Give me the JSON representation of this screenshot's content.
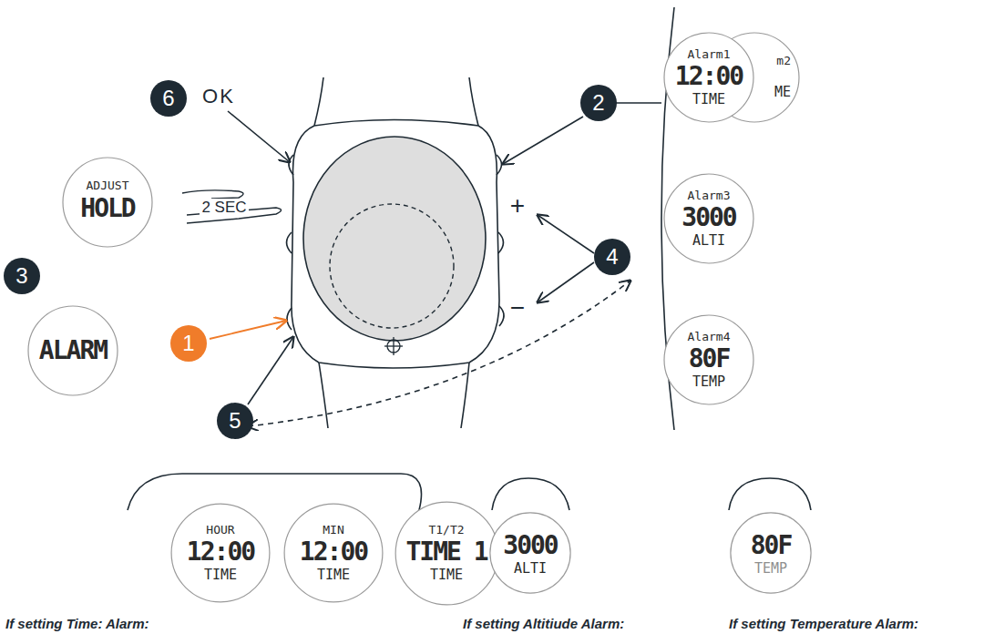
{
  "diagram": {
    "nodes": [
      {
        "text": [
          "ADJUST",
          "HOLD"
        ]
      },
      {
        "text": [
          "ALARM"
        ]
      },
      {
        "text": [
          "m2",
          "ME"
        ]
      },
      {
        "text": [
          "Alarm1",
          "12:00",
          "TIME"
        ]
      },
      {
        "text": [
          "Alarm3",
          "3000",
          "ALTI"
        ]
      },
      {
        "text": [
          "Alarm4",
          "80F",
          "TEMP"
        ]
      },
      {
        "text": [
          "HOUR",
          "12:00",
          "TIME"
        ]
      },
      {
        "text": [
          "MIN",
          "12:00",
          "TIME"
        ]
      },
      {
        "text": [
          "T1/T2",
          "TIME 1",
          "TIME"
        ]
      },
      {
        "text": [
          "3000",
          "ALTI"
        ]
      },
      {
        "text": [
          "80F",
          "TEMP"
        ]
      }
    ],
    "labels": [
      "6",
      "OK",
      "2 SEC",
      "2",
      "3",
      "4",
      "+",
      "−",
      "1",
      "5",
      "If setting Time: Alarm:",
      "If setting Altitiude Alarm:",
      "If setting Temperature Alarm:"
    ]
  }
}
